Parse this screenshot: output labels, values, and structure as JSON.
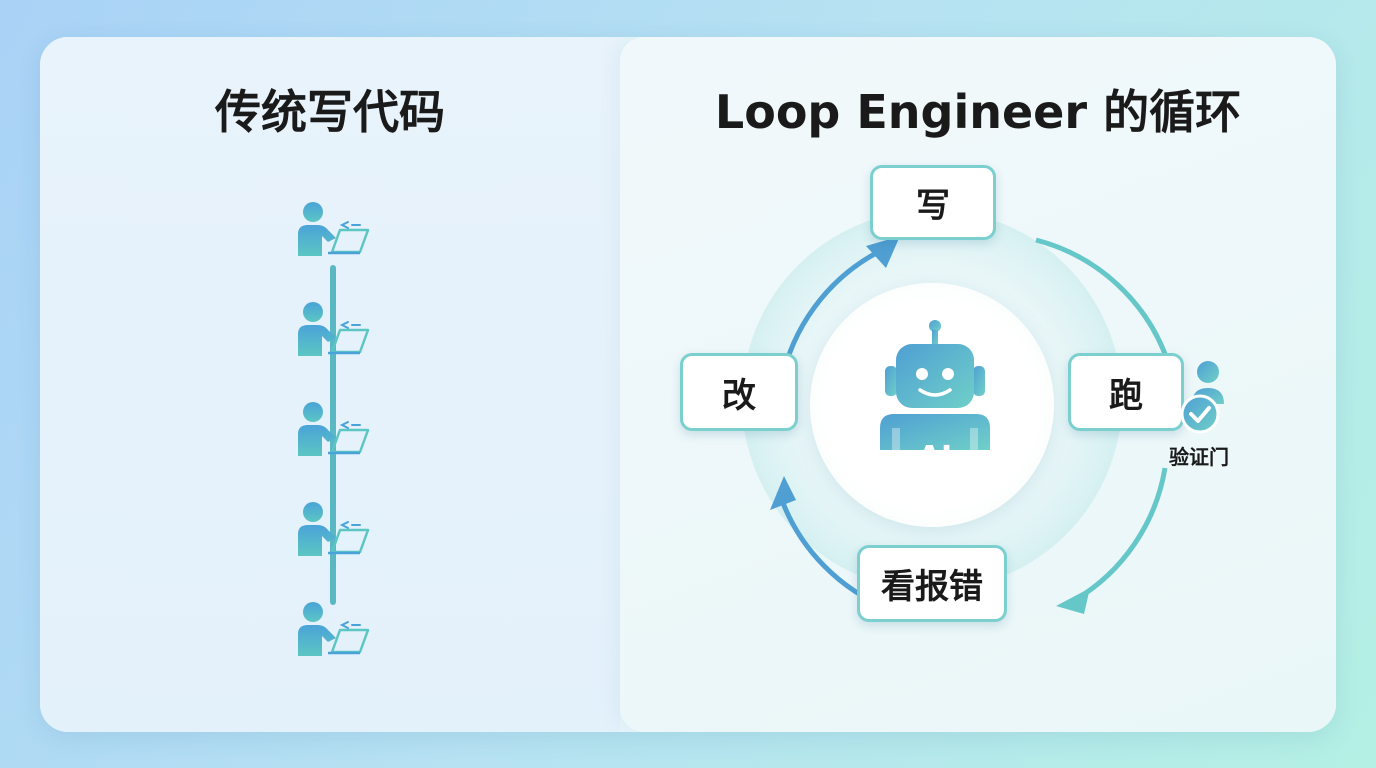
{
  "left_panel": {
    "title": "传统写代码"
  },
  "right_panel": {
    "title": "Loop Engineer 的循环",
    "nodes": {
      "write": "写",
      "run": "跑",
      "view_error": "看报错",
      "fix": "改"
    },
    "center": {
      "label": "AI"
    },
    "gate": {
      "label": "验证门"
    }
  },
  "colors": {
    "teal": "#5fc8c6",
    "blue": "#4f9fd3",
    "node_border": "#7ccfcf",
    "text": "#1a1a1a"
  },
  "icons": [
    "person-laptop-icon",
    "robot-icon",
    "verify-person-icon",
    "check-icon",
    "arrow-icon"
  ]
}
